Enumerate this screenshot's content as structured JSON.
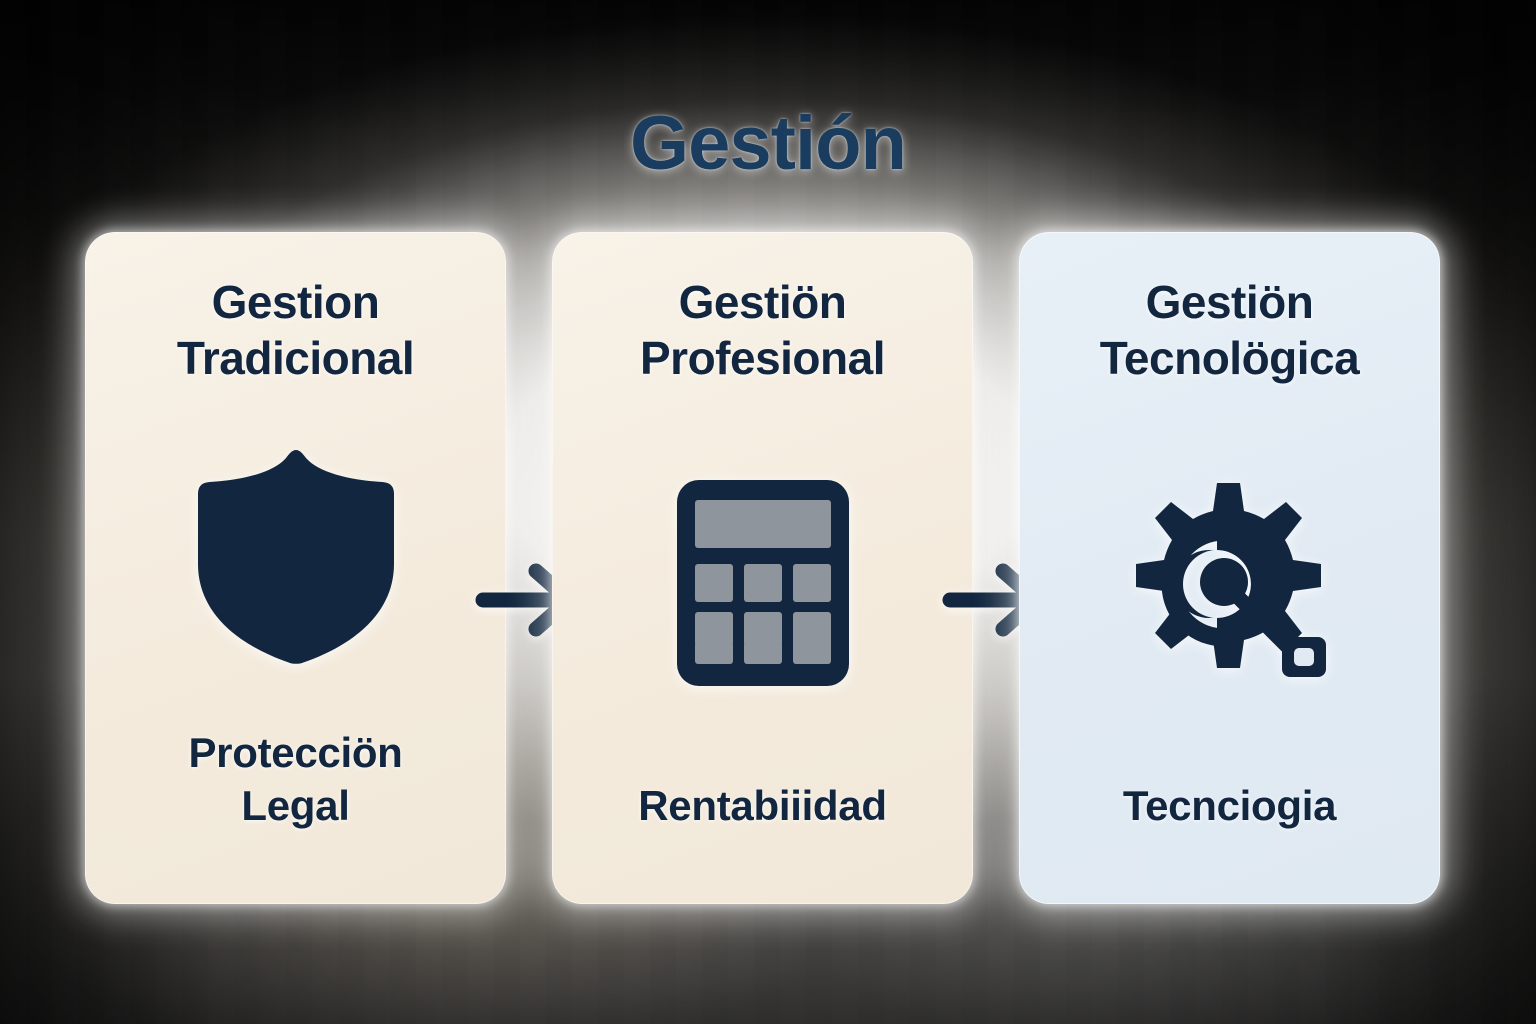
{
  "title": "Gestión",
  "colors": {
    "navy": "#12273f",
    "title_navy": "#1a3c5e",
    "card_cream": "#f4ebdd",
    "card_blue": "#e1eaf3",
    "key_gray": "#8e959c"
  },
  "cards": [
    {
      "id": "tradicional",
      "title": "Gestion\nTradicional",
      "icon": "shield-icon",
      "label": "Protecciön\nLegal",
      "tone": "cream"
    },
    {
      "id": "profesional",
      "title": "Gestiön\nProfesional",
      "icon": "calculator-icon",
      "label": "Rentabiiidad",
      "tone": "cream"
    },
    {
      "id": "tecnologica",
      "title": "Gestiön\nTecnolögica",
      "icon": "gear-wrench-icon",
      "label": "Tecnciogia",
      "tone": "blue"
    }
  ],
  "connectors": [
    {
      "id": "arrow-1",
      "icon": "arrow-right-icon",
      "from": "tradicional",
      "to": "profesional"
    },
    {
      "id": "arrow-2",
      "icon": "arrow-right-icon",
      "from": "profesional",
      "to": "tecnologica"
    }
  ]
}
